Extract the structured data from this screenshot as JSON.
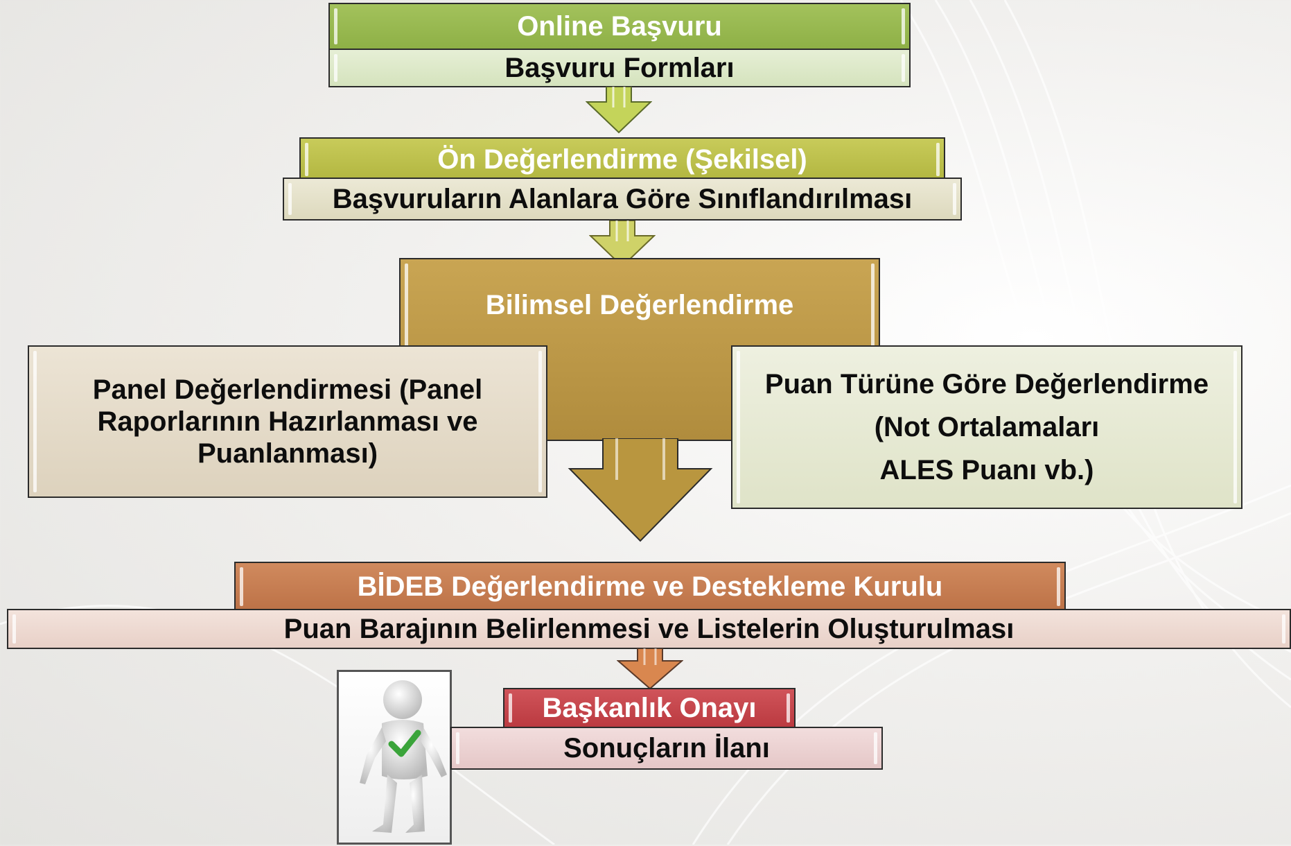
{
  "steps": {
    "online": {
      "title": "Online Başvuru",
      "subtitle": "Başvuru Formları"
    },
    "pre": {
      "title": "Ön Değerlendirme (Şekilsel)",
      "subtitle": "Başvuruların Alanlara Göre Sınıflandırılması"
    },
    "scientific": {
      "title": "Bilimsel Değerlendirme"
    },
    "panel": {
      "line1": "Panel Değerlendirmesi (Panel",
      "line2": "Raporlarının Hazırlanması ve",
      "line3": "Puanlanması)"
    },
    "score": {
      "line1": "Puan Türüne Göre Değerlendirme",
      "line2": "(Not Ortalamaları",
      "line3": "ALES Puanı vb.)"
    },
    "board": {
      "title": "BİDEB Değerlendirme ve Destekleme Kurulu",
      "subtitle": "Puan Barajının Belirlenmesi ve Listelerin Oluşturulması"
    },
    "approval": {
      "title": "Başkanlık Onayı",
      "subtitle": "Sonuçların İlanı"
    }
  },
  "colors": {
    "green": "#8eb046",
    "olive": "#b2b640",
    "gold": "#b08c3d",
    "rust": "#bd7247",
    "red": "#bb3a40",
    "check": "#3aa43a"
  },
  "icons": {
    "figure": "person-checkmark-icon"
  }
}
